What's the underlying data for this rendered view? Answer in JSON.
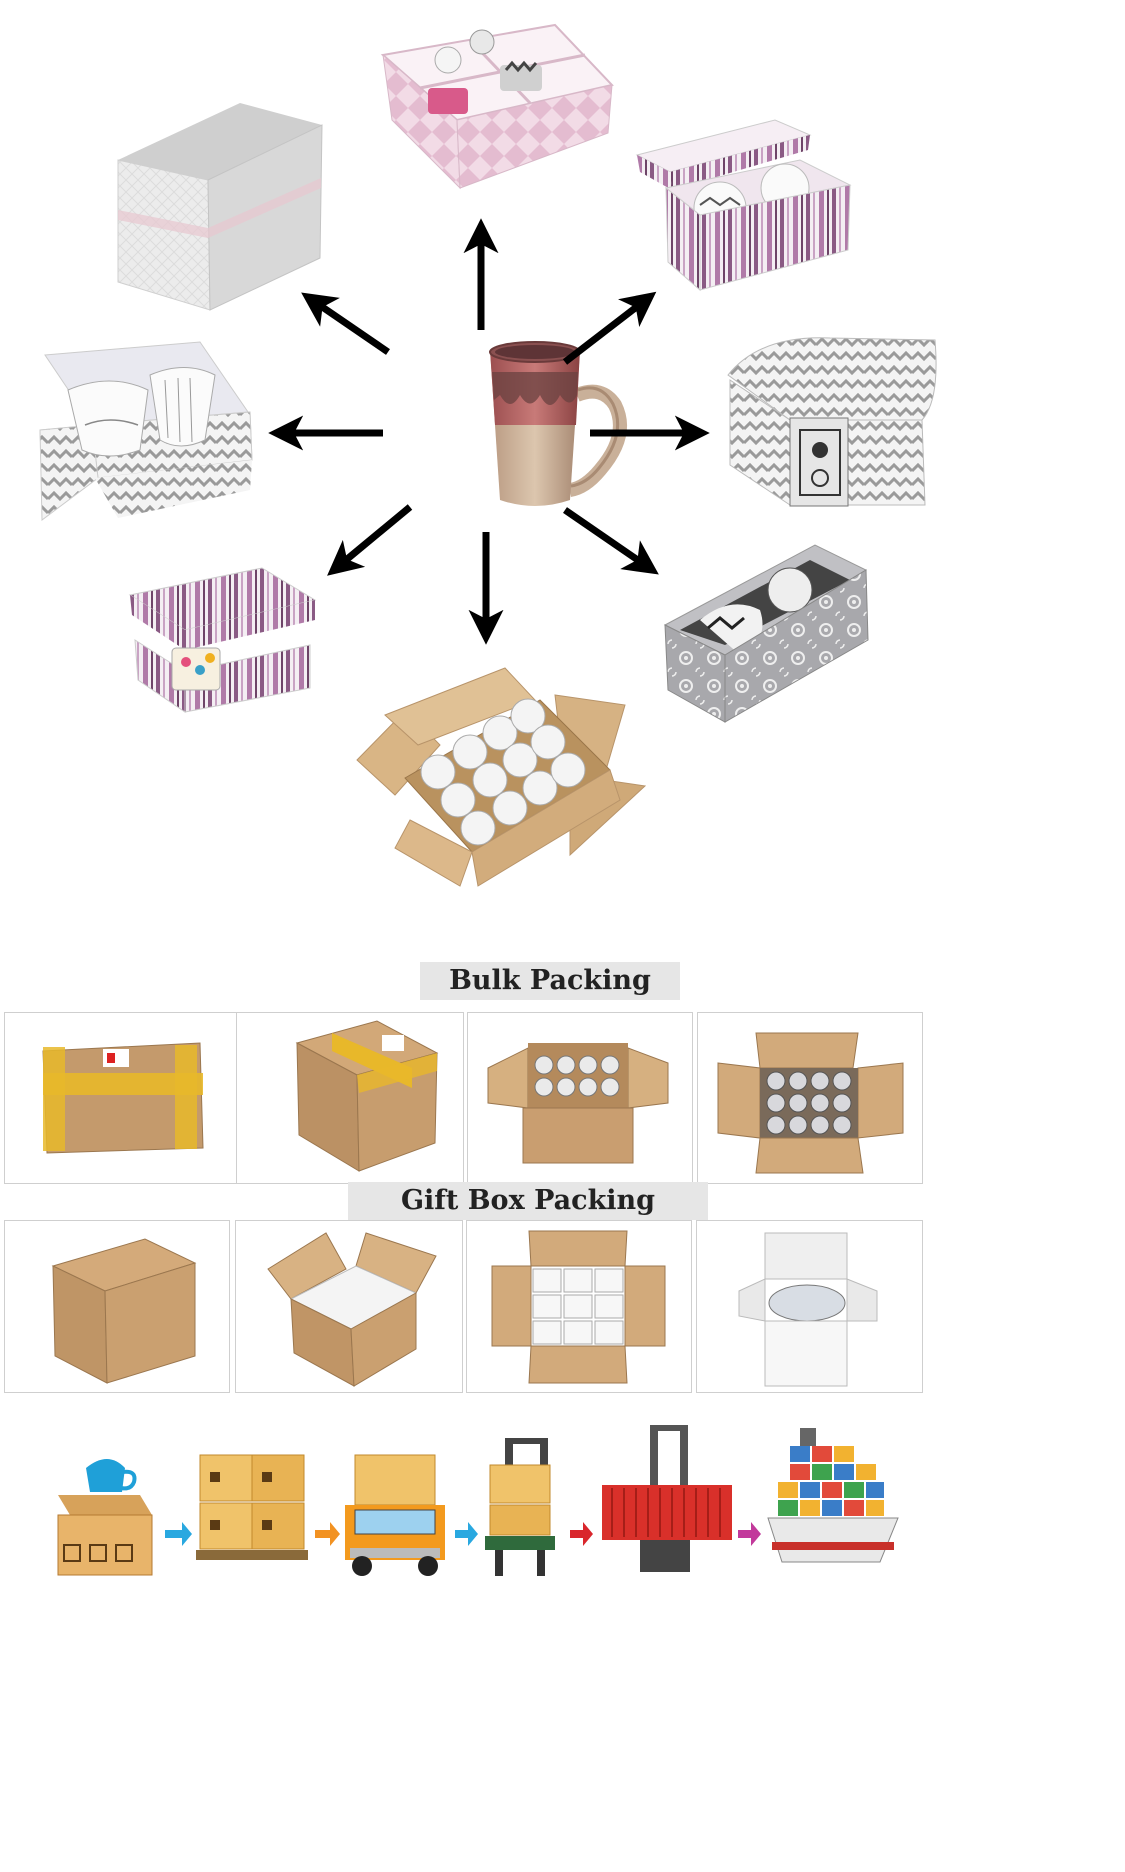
{
  "sections": {
    "bulk_label": "Bulk Packing",
    "gift_label": "Gift Box Packing"
  },
  "colors": {
    "arrow": "#000000",
    "cardboard": "#c8a277",
    "tape": "#e8b82a",
    "label_bg": "#e6e6e6",
    "flow_arrow_blue": "#29a8e0",
    "flow_arrow_orange": "#f29222",
    "flow_arrow_red": "#d9262c",
    "flow_arrow_magenta": "#c2399b"
  },
  "icons": {
    "center": "mug-icon",
    "packages": [
      "tall-gift-box",
      "divided-mug-box",
      "striped-lidded-box",
      "zigzag-wrap-box",
      "floral-box",
      "carton-with-mugs",
      "striped-box-with-mug",
      "window-box-two-cups"
    ],
    "flow": [
      "box-with-mug-icon",
      "stacked-cartons-icon",
      "delivery-truck-icon",
      "forklift-icon",
      "container-crane-icon",
      "cargo-ship-icon"
    ]
  }
}
